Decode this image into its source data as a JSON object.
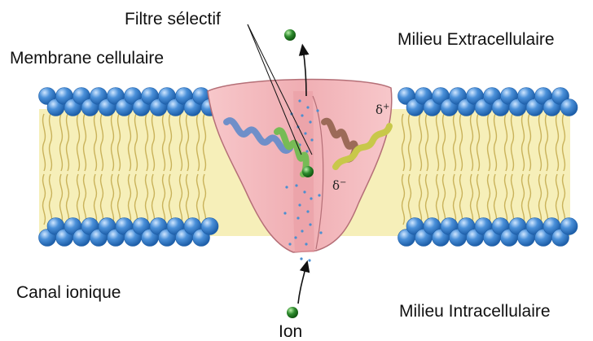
{
  "labels": {
    "selective_filter": "Filtre sélectif",
    "membrane": "Membrane cellulaire",
    "extracellular": "Milieu Extracellulaire",
    "ion_channel": "Canal ionique",
    "intracellular": "Milieu Intracellulaire",
    "ion": "Ion",
    "delta_plus": "δ",
    "delta_plus_sign": "+",
    "delta_minus": "δ",
    "delta_minus_sign": "−"
  },
  "colors": {
    "head_group": "#4a90d9",
    "lipid_tail": "#f3e9a6",
    "channel": "#f4b9bd",
    "ion": "#2e8b2e",
    "helix_blue": "#6f8fc9",
    "helix_green": "#77bb55",
    "helix_brown": "#9c6a58",
    "helix_yellow": "#c8c84a",
    "dots": "#4a8fd0"
  }
}
